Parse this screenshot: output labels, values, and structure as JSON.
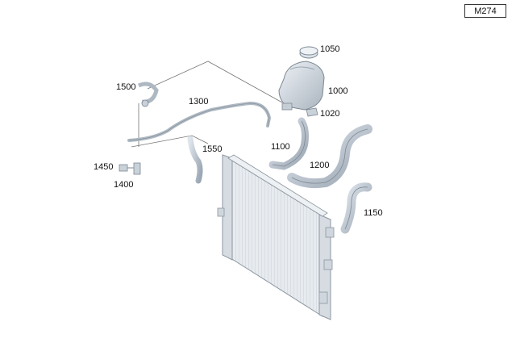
{
  "diagram": {
    "model_code": "M274",
    "callouts": {
      "c1050": "1050",
      "c1000": "1000",
      "c1020": "1020",
      "c1500": "1500",
      "c1300": "1300",
      "c1100": "1100",
      "c1550": "1550",
      "c1200": "1200",
      "c1450": "1450",
      "c1400": "1400",
      "c1150": "1150"
    }
  }
}
